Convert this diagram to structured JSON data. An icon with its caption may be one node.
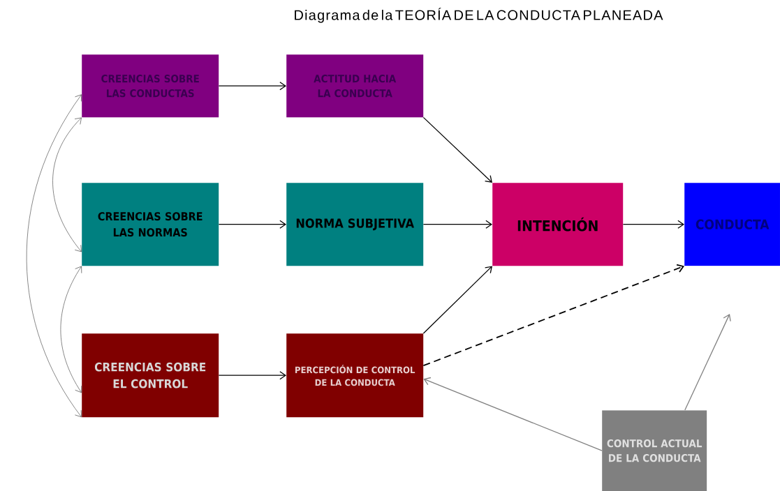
{
  "diagram": {
    "title": "Diagrama de la TEORÍA DE LA CONDUCTA PLANEADA",
    "nodes": [
      {
        "text": [
          "CREENCIAS SOBRE LAS CONDUCTAS"
        ]
      },
      {
        "text": [
          "ACTITUD HACIA LA CONDUCTA"
        ]
      },
      {
        "text": [
          "CREENCIAS SOBRE LAS NORMAS"
        ]
      },
      {
        "text": [
          "NORMA SUBJETIVA"
        ]
      },
      {
        "text": [
          "INTENCIÓN"
        ]
      },
      {
        "text": [
          "CONDUCTA"
        ]
      },
      {
        "text": [
          "CREENCIAS SOBRE EL CONTROL"
        ]
      },
      {
        "text": [
          "PERCEPCIÓN DE CONTROL DE LA CONDUCTA"
        ]
      },
      {
        "text": [
          "CONTROL ACTUAL DE LA CONDUCTA"
        ]
      }
    ],
    "edges": [
      {
        "from": 0,
        "to": 1,
        "arrow": "to"
      },
      {
        "from": 1,
        "to": 4,
        "arrow": "to"
      },
      {
        "from": 2,
        "to": 3,
        "arrow": "to"
      },
      {
        "from": 3,
        "to": 4,
        "arrow": "to"
      },
      {
        "from": 4,
        "to": 5,
        "arrow": "to"
      },
      {
        "from": 6,
        "to": 7,
        "arrow": "to"
      },
      {
        "from": 7,
        "to": 4,
        "arrow": "to"
      },
      {
        "from": 7,
        "to": 5,
        "arrow": "to",
        "style": "dashed"
      },
      {
        "from": 8,
        "to": 7,
        "arrow": "to",
        "color": "#808080"
      },
      {
        "from": 8,
        "to": null,
        "arrow": "to",
        "color": "#808080"
      },
      {
        "from": 0,
        "to": 2,
        "arrow": "both",
        "color": "#555555"
      },
      {
        "from": 0,
        "to": 6,
        "arrow": "both",
        "color": "#555555"
      },
      {
        "from": 2,
        "to": 6,
        "arrow": "both",
        "color": "#555555"
      }
    ]
  }
}
